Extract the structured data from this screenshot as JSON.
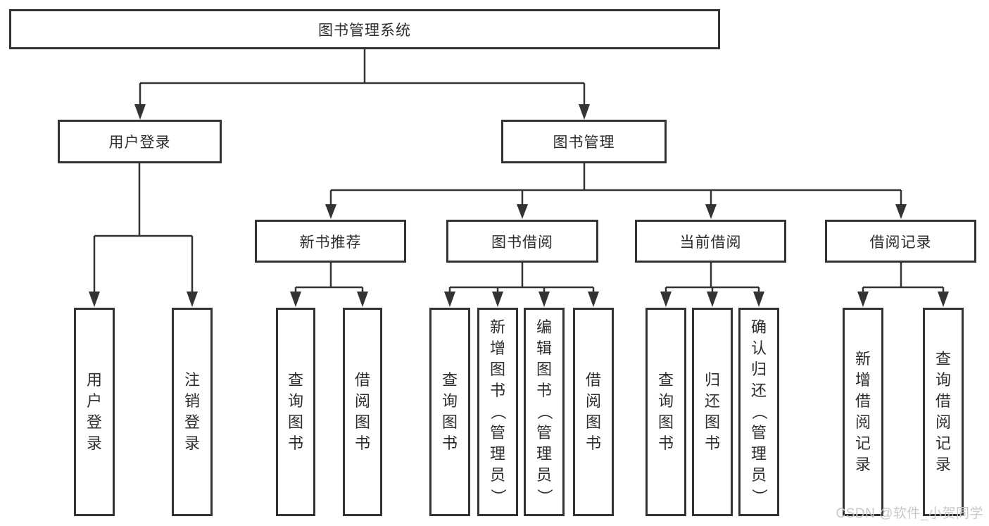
{
  "diagram": {
    "watermark": "CSDN @软件_小贺同学",
    "colors": {
      "line": "#333333",
      "box_border": "#333333",
      "text": "#2e2e2e",
      "background": "#ffffff",
      "watermark": "#c8c8c8"
    },
    "tree": {
      "root": "图书管理系统",
      "children": [
        {
          "label": "用户登录",
          "children": [
            "用户登录",
            "注销登录"
          ]
        },
        {
          "label": "图书管理",
          "children": [
            {
              "label": "新书推荐",
              "children": [
                "查询图书",
                "借阅图书"
              ]
            },
            {
              "label": "图书借阅",
              "children": [
                "查询图书",
                "新增图书（管理员）",
                "编辑图书（管理员）",
                "借阅图书"
              ]
            },
            {
              "label": "当前借阅",
              "children": [
                "查询图书",
                "归还图书",
                "确认归还（管理员）"
              ]
            },
            {
              "label": "借阅记录",
              "children": [
                "新增借阅记录",
                "查询借阅记录"
              ]
            }
          ]
        }
      ]
    }
  }
}
